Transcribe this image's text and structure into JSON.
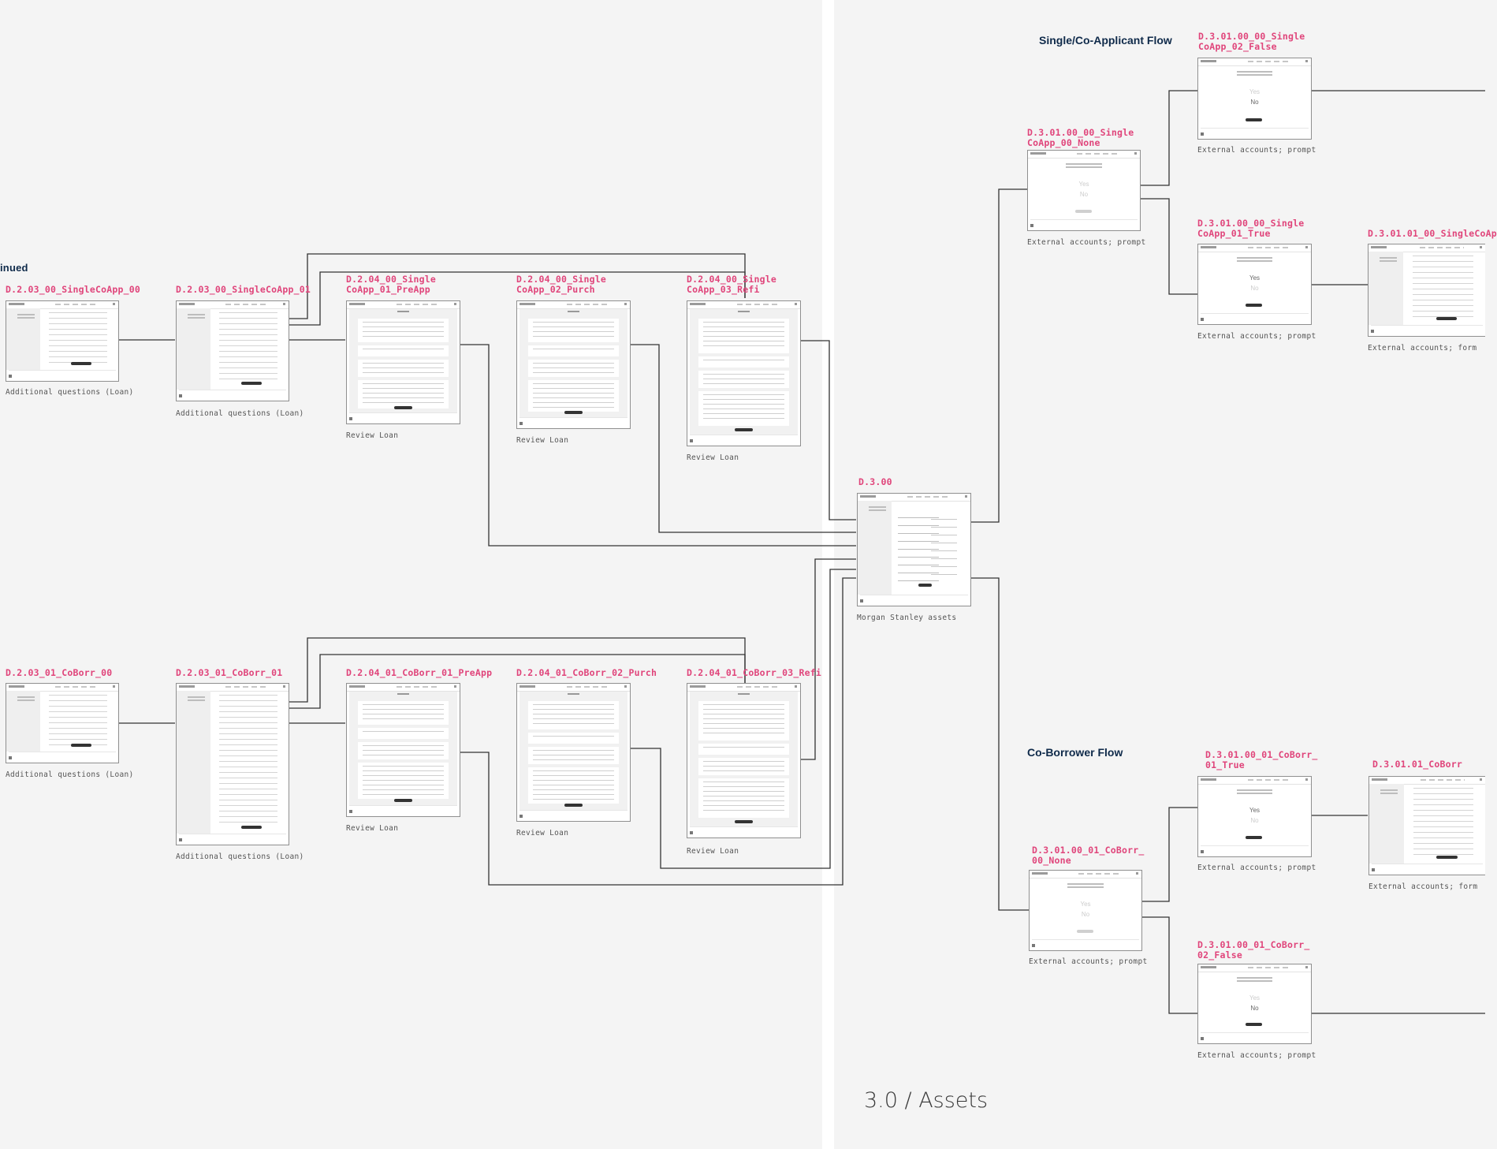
{
  "section": {
    "title": "3.0 / Assets",
    "continued_label": "inued"
  },
  "flows": {
    "single": "Single/Co-Applicant Flow",
    "coborrower": "Co-Borrower Flow"
  },
  "screens": [
    {
      "id": "D.2.03_00_SingleCoApp_00",
      "caption": "Additional questions (Loan)",
      "type": "form"
    },
    {
      "id": "D.2.03_00_SingleCoApp_01",
      "caption": "Additional questions (Loan)",
      "type": "form"
    },
    {
      "id": "D.2.04_00_Single\nCoApp_01_PreApp",
      "caption": "Review Loan",
      "type": "review"
    },
    {
      "id": "D.2.04_00_Single\nCoApp_02_Purch",
      "caption": "Review Loan",
      "type": "review"
    },
    {
      "id": "D.2.04_00_Single\nCoApp_03_Refi",
      "caption": "Review Loan",
      "type": "review"
    },
    {
      "id": "D.2.03_01_CoBorr_00",
      "caption": "Additional questions (Loan)",
      "type": "form"
    },
    {
      "id": "D.2.03_01_CoBorr_01",
      "caption": "Additional questions (Loan)",
      "type": "form"
    },
    {
      "id": "D.2.04_01_CoBorr_01_PreApp",
      "caption": "Review Loan",
      "type": "review"
    },
    {
      "id": "D.2.04_01_CoBorr_02_Purch",
      "caption": "Review Loan",
      "type": "review"
    },
    {
      "id": "D.2.04_01_CoBorr_03_Refi",
      "caption": "Review Loan",
      "type": "review"
    },
    {
      "id": "D.3.00",
      "caption": "Morgan Stanley assets",
      "type": "assets"
    },
    {
      "id": "D.3.01.00_00_Single\nCoApp_00_None",
      "caption": "External accounts; prompt",
      "type": "prompt",
      "yes": "Yes",
      "no": "No"
    },
    {
      "id": "D.3.01.00_00_Single\nCoApp_02_False",
      "caption": "External accounts; prompt",
      "type": "prompt",
      "yes": "Yes",
      "no": "No"
    },
    {
      "id": "D.3.01.00_00_Single\nCoApp_01_True",
      "caption": "External accounts; prompt",
      "type": "prompt",
      "yes": "Yes",
      "no": "No"
    },
    {
      "id": "D.3.01.01_00_SingleCoAp",
      "caption": "External accounts; form",
      "type": "form"
    },
    {
      "id": "D.3.01.00_01_CoBorr_\n00_None",
      "caption": "External accounts; prompt",
      "type": "prompt",
      "yes": "Yes",
      "no": "No"
    },
    {
      "id": "D.3.01.00_01_CoBorr_\n01_True",
      "caption": "External accounts; prompt",
      "type": "prompt",
      "yes": "Yes",
      "no": "No"
    },
    {
      "id": "D.3.01.00_01_CoBorr_\n02_False",
      "caption": "External accounts; prompt",
      "type": "prompt",
      "yes": "Yes",
      "no": "No"
    },
    {
      "id": "D.3.01.01_CoBorr",
      "caption": "External accounts; form",
      "type": "form"
    }
  ]
}
